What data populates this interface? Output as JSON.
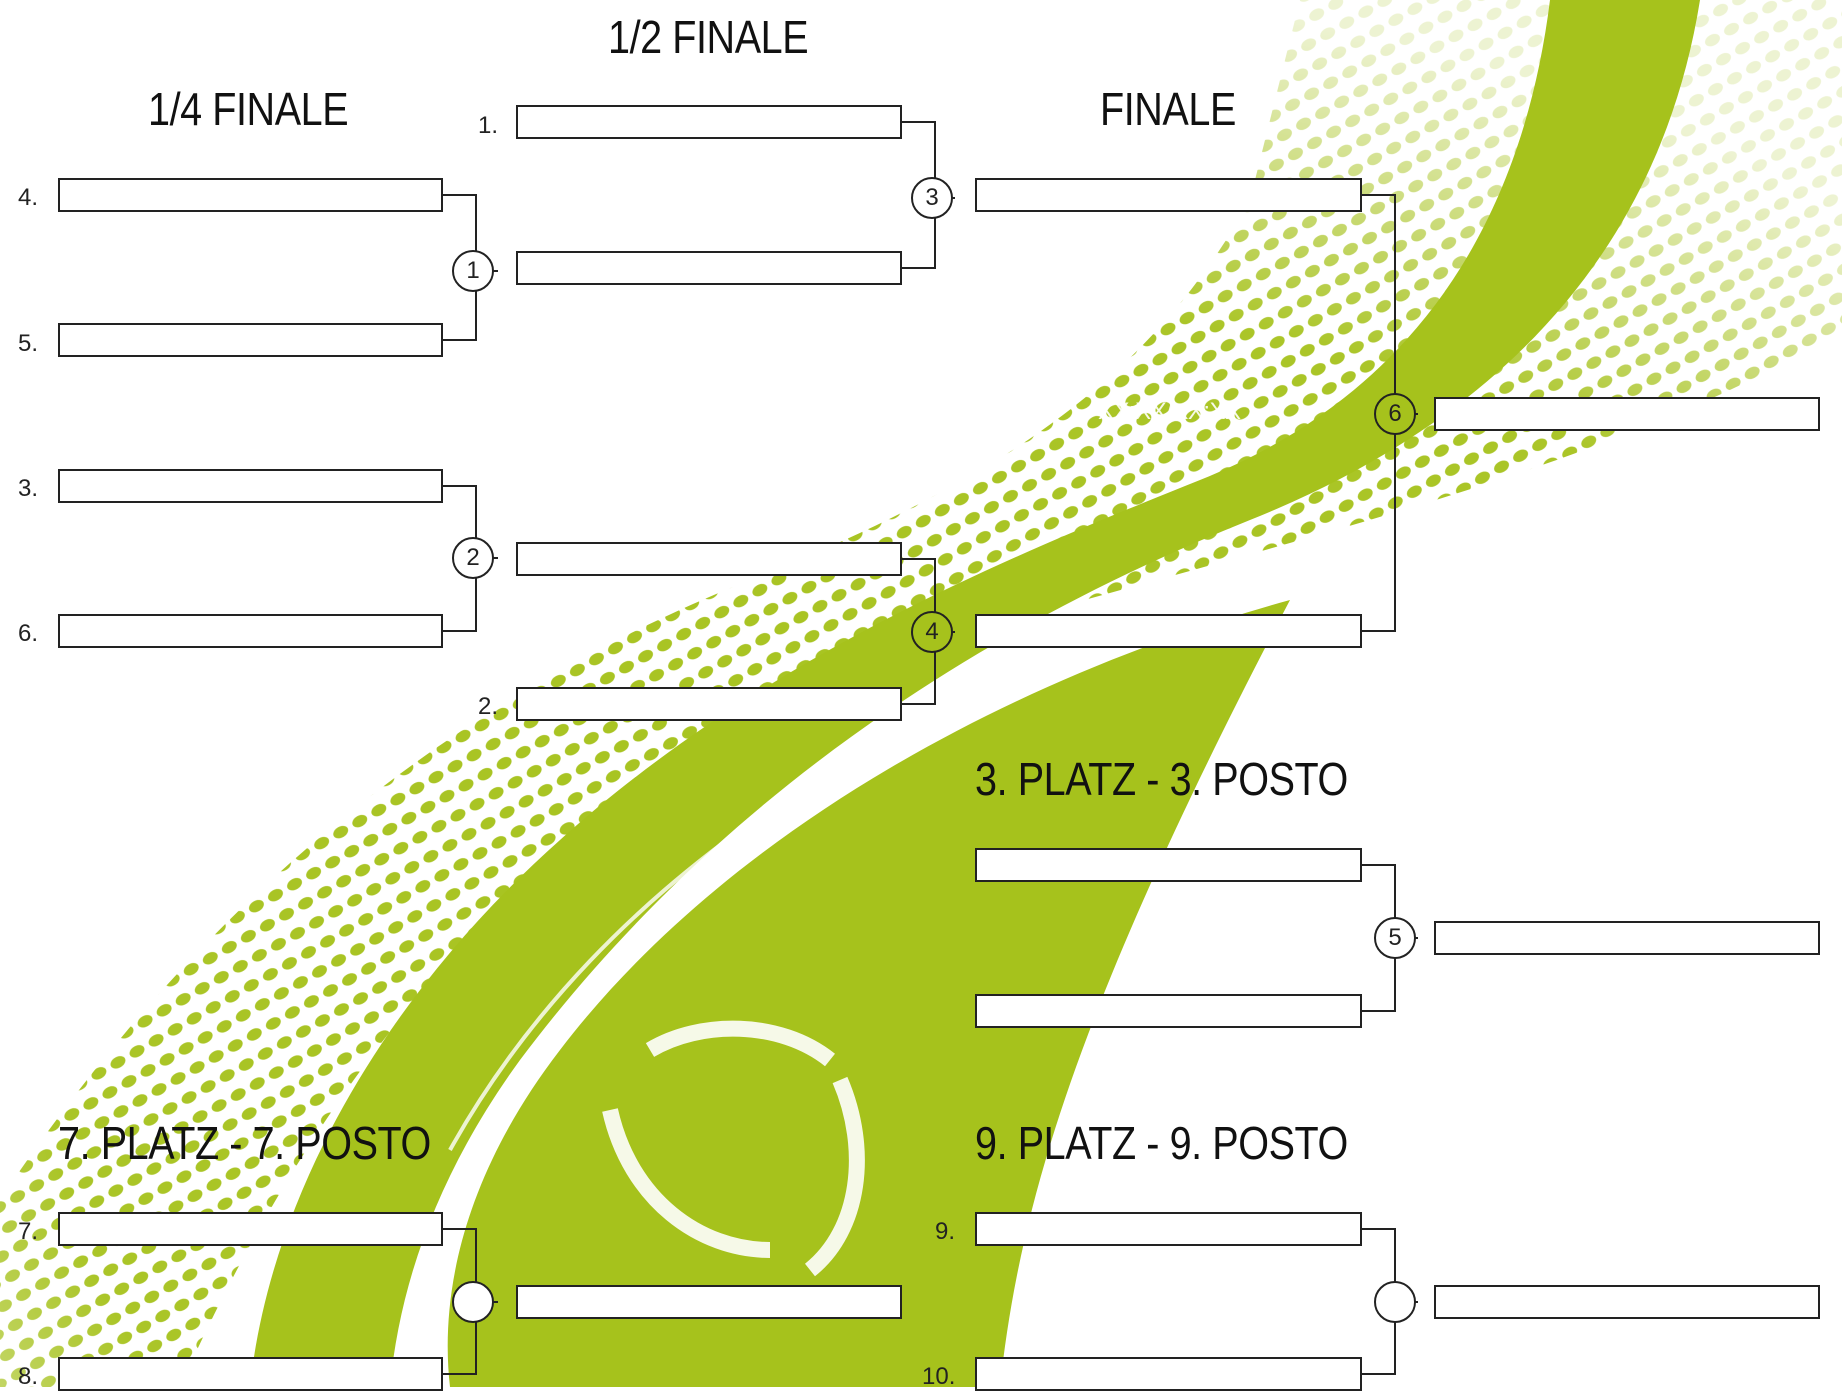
{
  "colors": {
    "accent": "#a6c21c",
    "line": "#222222"
  },
  "titles": {
    "half_final": "1/2 FINALE",
    "quarter_final": "1/4 FINALE",
    "final": "FINALE",
    "place3": "3. PLATZ - 3. POSTO",
    "place7": "7. PLATZ - 7. POSTO",
    "place9": "9. PLATZ - 9. POSTO"
  },
  "seeds": {
    "s1": "1.",
    "s2": "2.",
    "s3": "3.",
    "s4": "4.",
    "s5": "5.",
    "s6": "6.",
    "s7": "7.",
    "s8": "8.",
    "s9": "9.",
    "s10": "10."
  },
  "matches": {
    "m1": "1",
    "m2": "2",
    "m3": "3",
    "m4": "4",
    "m5": "5",
    "m6": "6",
    "m7": "",
    "m8": ""
  },
  "ghost_text": {
    "final_time": "XX:XX/XX:XX"
  },
  "icons": {
    "background": "volleyball-halftone-icon"
  }
}
